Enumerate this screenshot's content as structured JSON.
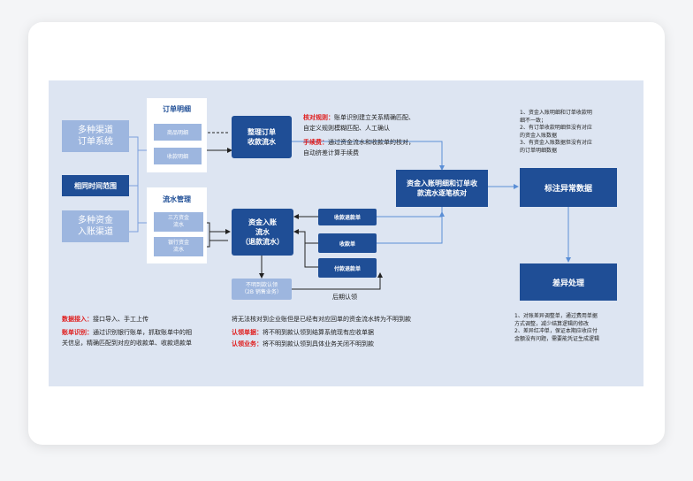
{
  "left": {
    "channels": "多种渠道\n订单系统",
    "time_range": "相同时间范围",
    "funds": "多种资金\n入账渠道"
  },
  "order_group": {
    "title": "订单明细",
    "item1": "商品明细",
    "item2": "收款明细"
  },
  "flow_group": {
    "title": "流水管理",
    "item1": "三方资金\n流水",
    "item2": "银行资金\n流水"
  },
  "center": {
    "organize": "整理订单\n收款流水",
    "funds_flow": "资金入账\n流水\n（退款流水）",
    "unmatched": "不明到款认领\n（2B 销售业务）",
    "later_claim": "后期认领"
  },
  "receipts": {
    "refund": "收款退款单",
    "receipt": "收款单",
    "payment_refund": "付款退款单"
  },
  "rules": {
    "rule1_label": "核对规则：",
    "rule1_text": "账单识别建立关系精确匹配、\n自定义规则模糊匹配、人工确认",
    "rule2_label": "手续费：",
    "rule2_text": "通过资金流水和收款单的核对，\n自动挤差计算手续费"
  },
  "reconcile": "资金入账明细和订单收\n款流水逐笔核对",
  "mark_abnormal": "标注异常数据",
  "diff_handle": "差异处理",
  "abnormal_notes": "1、资金入账明细和订单收款明\n细不一致；\n2、有订单收款明细但没有对应\n的资金入账数据\n3、有资金入账数据但没有对应\n的订单明细数据",
  "diff_notes": "1、对账差异调整单，通过费用单据\n方式调整，减少结算逻辑的修改\n2、差异红冲单，保证本期应收应付\n金额没有问题，需要能凭证生成逻辑",
  "bottom": {
    "data_access_label": "数据接入：",
    "data_access_text": "接口导入、手工上传",
    "bill_recog_label": "账单识别：",
    "bill_recog_text": "通过识别银行账单，抓取账单中的相\n关信息，精确匹配到对应的收款单、收款退款单",
    "unclaimed_text": "将无法核对到企业账但是已经有对应回单的资金流水转为不明到款",
    "claim_bill_label": "认领单据：",
    "claim_bill_text": "将不明到款认领到结算系统现有应收单据",
    "claim_biz_label": "认领业务：",
    "claim_biz_text": "将不明到款认领到具体业务关闭不明到款"
  },
  "colors": {
    "dark_blue": "#1f4e96",
    "light_blue": "#9db6df",
    "canvas": "#dde5f2",
    "red": "#e01e1e",
    "arrow": "#5b8fd6"
  }
}
